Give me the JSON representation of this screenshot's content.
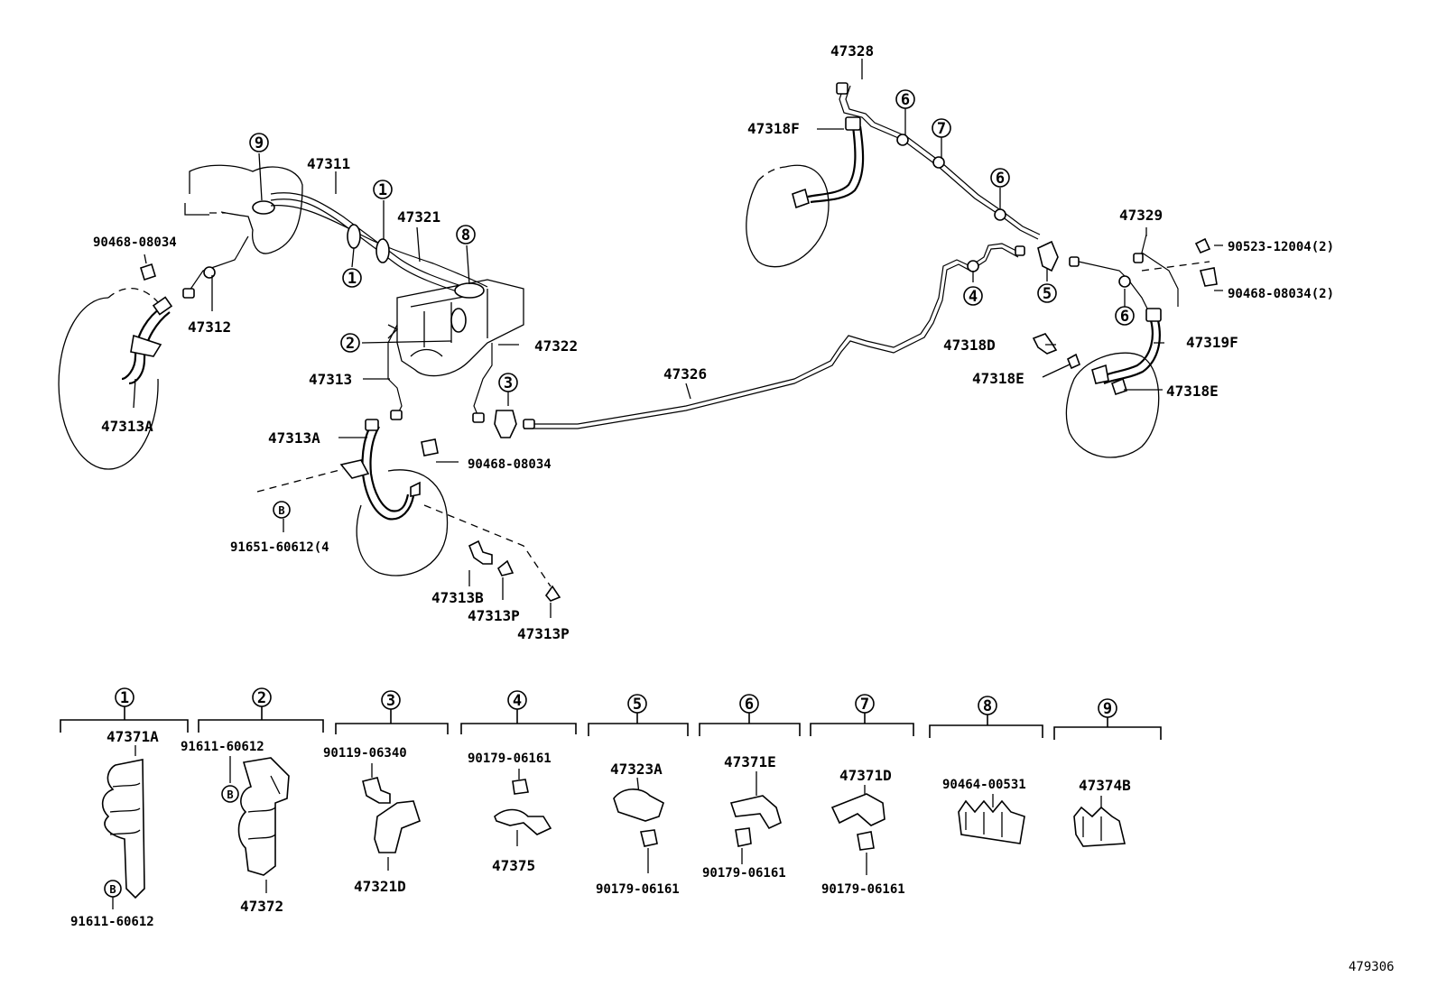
{
  "parts": {
    "p47328": "47328",
    "p47318F": "47318F",
    "p47311": "47311",
    "p47321": "47321",
    "p90468_08034_a": "90468-08034",
    "p47312": "47312",
    "p47313A_a": "47313A",
    "p47322": "47322",
    "p47313": "47313",
    "p47326": "47326",
    "p47313A_b": "47313A",
    "p90468_08034_b": "90468-08034",
    "p91651_60612": "91651-60612(4",
    "p47313B": "47313B",
    "p47313P_a": "47313P",
    "p47313P_b": "47313P",
    "p47329": "47329",
    "p90523_12004": "90523-12004(2)",
    "p90468_08034_c": "90468-08034(2)",
    "p47318D": "47318D",
    "p47319F": "47319F",
    "p47318E_a": "47318E",
    "p47318E_b": "47318E"
  },
  "callouts": {
    "c1": "1",
    "c2": "2",
    "c3": "3",
    "c4": "4",
    "c5": "5",
    "c6": "6",
    "c7": "7",
    "c8": "8",
    "c9": "9",
    "cB": "B"
  },
  "groups": [
    {
      "key": "1",
      "parts": [
        "47371A",
        "91611-60612"
      ]
    },
    {
      "key": "2",
      "parts": [
        "91611-60612",
        "47372"
      ]
    },
    {
      "key": "3",
      "parts": [
        "90119-06340",
        "47321D"
      ]
    },
    {
      "key": "4",
      "parts": [
        "90179-06161",
        "47375"
      ]
    },
    {
      "key": "5",
      "parts": [
        "47323A",
        "90179-06161"
      ]
    },
    {
      "key": "6",
      "parts": [
        "47371E",
        "90179-06161"
      ]
    },
    {
      "key": "7",
      "parts": [
        "47371D",
        "90179-06161"
      ]
    },
    {
      "key": "8",
      "parts": [
        "90464-00531"
      ]
    },
    {
      "key": "9",
      "parts": [
        "47374B"
      ]
    }
  ],
  "footer": {
    "ref": "479306"
  }
}
